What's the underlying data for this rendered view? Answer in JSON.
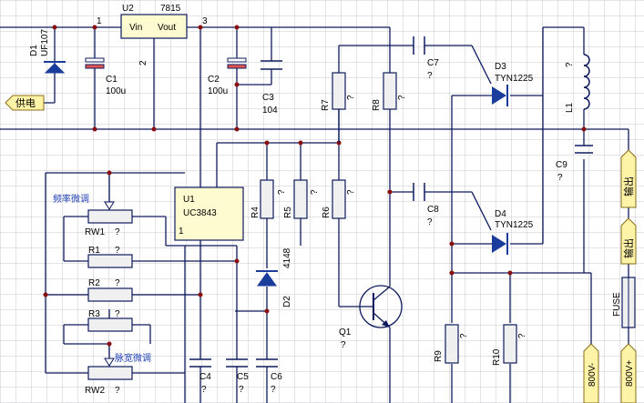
{
  "schematic": {
    "colors": {
      "wire": "#0d1b5e",
      "grid": "#c9c9d2",
      "node": "#8a1010",
      "diode": "#1a3c9a",
      "chip": "#fffbd0",
      "port": "#fff3a8",
      "cap_fill": "#e5544e",
      "res_fill": "#f0f0f0"
    },
    "ports": {
      "supply": "供电",
      "out1": "输出",
      "out2": "输出",
      "minus": "800V-",
      "plus": "800V+"
    },
    "u2": {
      "ref": "U2",
      "part": "7815",
      "pin_vin": "Vin",
      "pin_vout": "Vout",
      "n1": "1",
      "n2": "2",
      "n3": "3"
    },
    "u1": {
      "ref": "U1",
      "part": "UC3843",
      "pin1": "1"
    },
    "d1": {
      "ref": "D1",
      "part": "UF107"
    },
    "d2": {
      "ref": "D2",
      "part": "4148"
    },
    "d3": {
      "ref": "D3",
      "part": "TYN1225"
    },
    "d4": {
      "ref": "D4",
      "part": "TYN1225"
    },
    "c1": {
      "ref": "C1",
      "value": "100u"
    },
    "c2": {
      "ref": "C2",
      "value": "100u"
    },
    "c3": {
      "ref": "C3",
      "value": "104"
    },
    "c4": {
      "ref": "C4",
      "value": "?"
    },
    "c5": {
      "ref": "C5",
      "value": "?"
    },
    "c6": {
      "ref": "C6",
      "value": "?"
    },
    "c7": {
      "ref": "C7",
      "value": "?"
    },
    "c8": {
      "ref": "C8",
      "value": "?"
    },
    "c9": {
      "ref": "C9",
      "value": "?"
    },
    "r1": {
      "ref": "R1",
      "value": "?"
    },
    "r2": {
      "ref": "R2",
      "value": "?"
    },
    "r3": {
      "ref": "R3",
      "value": "?"
    },
    "r4": {
      "ref": "R4",
      "value": "?"
    },
    "r5": {
      "ref": "R5",
      "value": "?"
    },
    "r6": {
      "ref": "R6",
      "value": "?"
    },
    "r7": {
      "ref": "R7",
      "value": "?"
    },
    "r8": {
      "ref": "R8",
      "value": "?"
    },
    "r9": {
      "ref": "R9",
      "value": "?"
    },
    "r10": {
      "ref": "R10",
      "value": "?"
    },
    "rw1": {
      "ref": "RW1",
      "value": "?",
      "label": "频率微调"
    },
    "rw2": {
      "ref": "RW2",
      "value": "?",
      "label": "脉宽微调"
    },
    "l1": {
      "ref": "L1",
      "value": "?"
    },
    "q1": {
      "ref": "Q1",
      "value": "?"
    }
  }
}
